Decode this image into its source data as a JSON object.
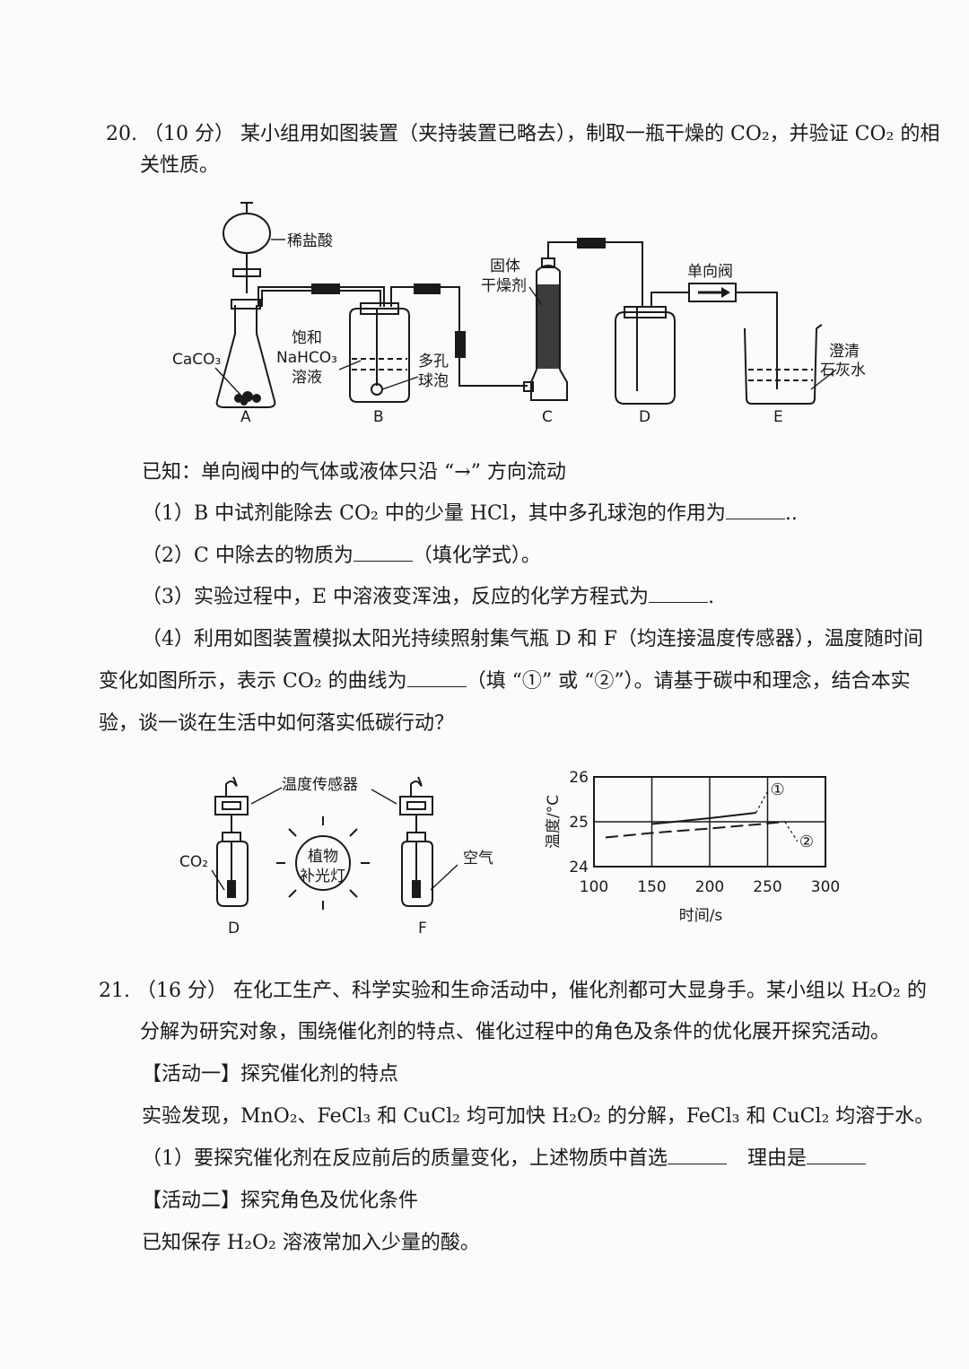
{
  "q20": {
    "number": "20.",
    "score": "（10 分）",
    "stem_line1": "某小组用如图装置（夹持装置已略去），制取一瓶干燥的 CO₂，并验证 CO₂ 的相",
    "stem_line2": "关性质。",
    "apparatus": {
      "dilute_hcl": "稀盐酸",
      "caco3": "CaCO₃",
      "nahco3_1": "饱和",
      "nahco3_2": "NaHCO₃",
      "nahco3_3": "溶液",
      "porous_1": "多孔",
      "porous_2": "球泡",
      "dryer_1": "固体",
      "dryer_2": "干燥剂",
      "valve": "单向阀",
      "lime_1": "澄清",
      "lime_2": "石灰水",
      "labels": [
        "A",
        "B",
        "C",
        "D",
        "E"
      ]
    },
    "known": "已知：单向阀中的气体或液体只沿 “→” 方向流动",
    "sub1": "（1）B 中试剂能除去 CO₂ 中的少量 HCl，其中多孔球泡的作用为",
    "sub1_tail": "..",
    "sub2_a": "（2）C 中除去的物质为",
    "sub2_b": "（填化学式）。",
    "sub3": "（3）实验过程中，E 中溶液变浑浊，反应的化学方程式为",
    "sub3_tail": ".",
    "sub4_line1": "（4）利用如图装置模拟太阳光持续照射集气瓶 D 和 F（均连接温度传感器），温度随时间",
    "sub4_line2a": "变化如图所示，表示 CO₂ 的曲线为",
    "sub4_line2b": "（填 “①” 或 “②”）。请基于碳中和理念，结合本实",
    "sub4_line3": "验，谈一谈在生活中如何落实低碳行动？",
    "fig2": {
      "sensor": "温度传感器",
      "co2": "CO₂",
      "lamp_1": "植物",
      "lamp_2": "补光灯",
      "air": "空气",
      "label_d": "D",
      "label_f": "F"
    }
  },
  "chart_data": {
    "type": "line",
    "xlabel": "时间/s",
    "ylabel": "温度/°C",
    "xlim": [
      100,
      300
    ],
    "ylim": [
      24,
      26
    ],
    "x_ticks": [
      "100",
      "150",
      "200",
      "250",
      "300"
    ],
    "y_ticks": [
      "24",
      "25",
      "26"
    ],
    "series": [
      {
        "name": "①",
        "x": [
          150,
          200,
          240
        ],
        "y": [
          24.95,
          25.08,
          25.2
        ]
      },
      {
        "name": "②",
        "x": [
          110,
          150,
          200,
          245,
          265
        ],
        "y": [
          24.65,
          24.75,
          24.85,
          24.95,
          25.0
        ]
      }
    ],
    "grid": true
  },
  "q21": {
    "number": "21.",
    "score": "（16 分）",
    "stem_line1": "在化工生产、科学实验和生命活动中，催化剂都可大显身手。某小组以 H₂O₂ 的",
    "stem_line2": "分解为研究对象，围绕催化剂的特点、催化过程中的角色及条件的优化展开探究活动。",
    "activity1": "【活动一】探究催化剂的特点",
    "finding": "实验发现，MnO₂、FeCl₃ 和 CuCl₂ 均可加快 H₂O₂ 的分解，FeCl₃ 和 CuCl₂ 均溶于水。",
    "sub1_a": "（1）要探究催化剂在反应前后的质量变化，上述物质中首选",
    "sub1_b": "理由是",
    "activity2": "【活动二】探究角色及优化条件",
    "known": "已知保存 H₂O₂ 溶液常加入少量的酸。"
  }
}
